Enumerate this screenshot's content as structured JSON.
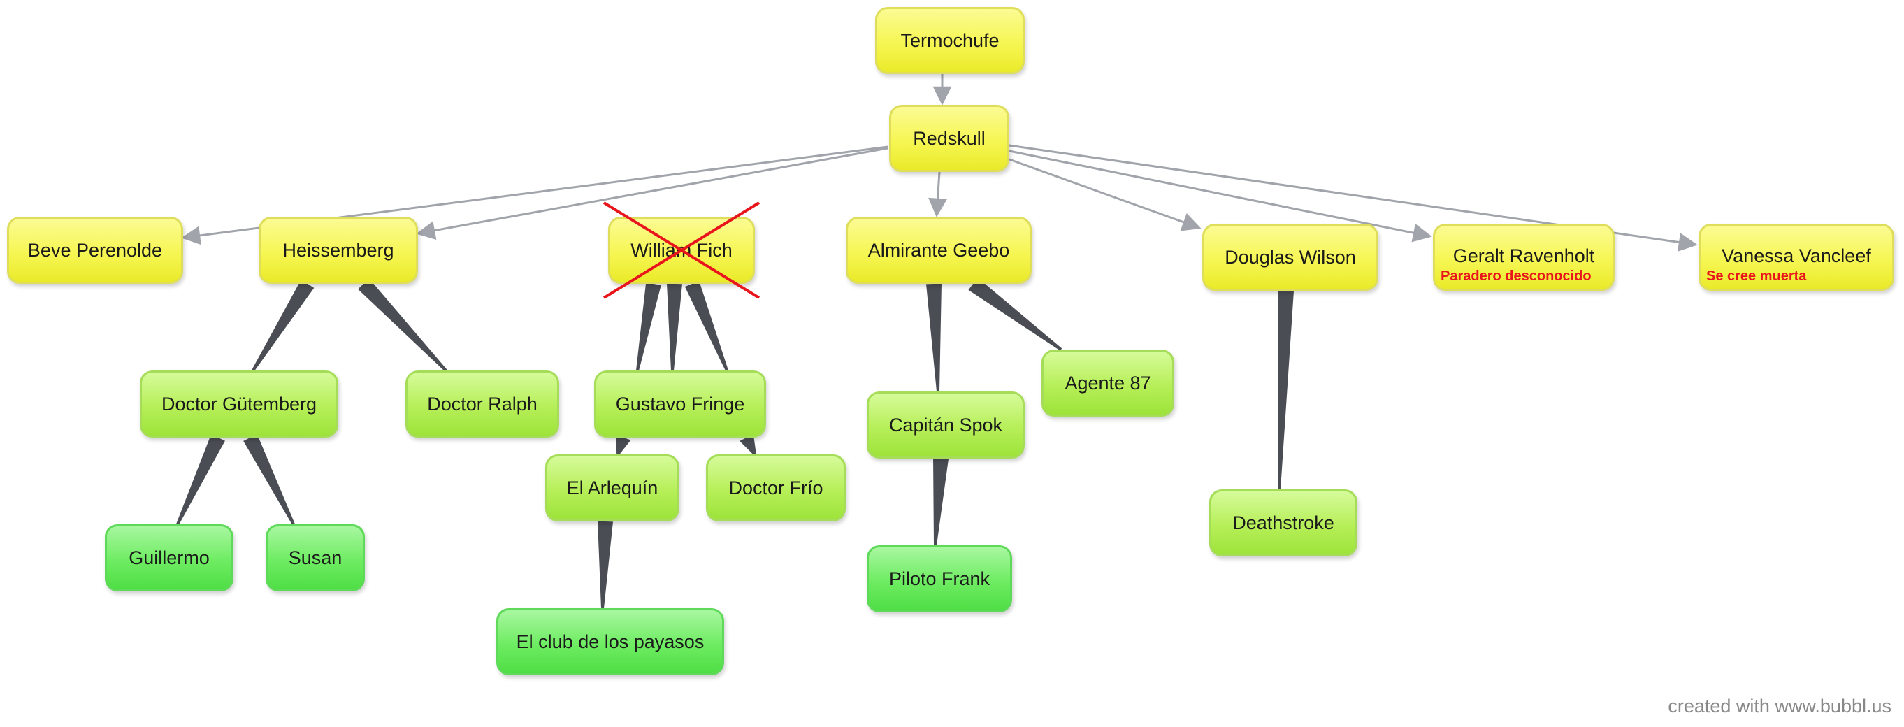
{
  "colors": {
    "arrow": "#a2a4ac",
    "branch": "#4b4d55",
    "cross": "#e8161c"
  },
  "nodes": [
    {
      "id": "termochufe",
      "label": "Termochufe",
      "style": "yellow"
    },
    {
      "id": "redskull",
      "label": "Redskull",
      "style": "yellow"
    },
    {
      "id": "beve",
      "label": "Beve Perenolde",
      "style": "yellow"
    },
    {
      "id": "heissemberg",
      "label": "Heissemberg",
      "style": "yellow"
    },
    {
      "id": "william",
      "label": "William Fich",
      "style": "yellow",
      "crossed": true
    },
    {
      "id": "almirante",
      "label": "Almirante Geebo",
      "style": "yellow"
    },
    {
      "id": "douglas",
      "label": "Douglas Wilson",
      "style": "yellow"
    },
    {
      "id": "geralt",
      "label": "Geralt Ravenholt",
      "style": "yellow",
      "note": "Paradero desconocido"
    },
    {
      "id": "vanessa",
      "label": "Vanessa Vancleef",
      "style": "yellow",
      "note": "Se cree muerta"
    },
    {
      "id": "gutemberg",
      "label": "Doctor Gütemberg",
      "style": "lgreen"
    },
    {
      "id": "ralph",
      "label": "Doctor Ralph",
      "style": "lgreen"
    },
    {
      "id": "gustavo",
      "label": "Gustavo Fringe",
      "style": "lgreen"
    },
    {
      "id": "arlequin",
      "label": "El Arlequín",
      "style": "lgreen"
    },
    {
      "id": "frio",
      "label": "Doctor Frío",
      "style": "lgreen"
    },
    {
      "id": "spok",
      "label": "Capitán Spok",
      "style": "lgreen"
    },
    {
      "id": "agente",
      "label": "Agente 87",
      "style": "lgreen"
    },
    {
      "id": "deathstroke",
      "label": "Deathstroke",
      "style": "lgreen"
    },
    {
      "id": "guillermo",
      "label": "Guillermo",
      "style": "green"
    },
    {
      "id": "susan",
      "label": "Susan",
      "style": "green"
    },
    {
      "id": "payasos",
      "label": "El club de los payasos",
      "style": "green"
    },
    {
      "id": "frank",
      "label": "Piloto Frank",
      "style": "green"
    }
  ],
  "arrows": [
    {
      "from": "termochufe",
      "to": "redskull"
    },
    {
      "from": "redskull",
      "to": "beve"
    },
    {
      "from": "redskull",
      "to": "heissemberg"
    },
    {
      "from": "redskull",
      "to": "almirante"
    },
    {
      "from": "redskull",
      "to": "douglas"
    },
    {
      "from": "redskull",
      "to": "geralt"
    },
    {
      "from": "redskull",
      "to": "vanessa"
    }
  ],
  "branches": [
    {
      "from": "heissemberg",
      "to": "gutemberg"
    },
    {
      "from": "heissemberg",
      "to": "ralph"
    },
    {
      "from": "william",
      "to": "gustavo"
    },
    {
      "from": "william",
      "to": "gustavo"
    },
    {
      "from": "william",
      "to": "gustavo"
    },
    {
      "from": "gustavo",
      "to": "arlequin"
    },
    {
      "from": "gustavo",
      "to": "frio"
    },
    {
      "from": "arlequin",
      "to": "payasos"
    },
    {
      "from": "gutemberg",
      "to": "guillermo"
    },
    {
      "from": "gutemberg",
      "to": "susan"
    },
    {
      "from": "almirante",
      "to": "spok"
    },
    {
      "from": "almirante",
      "to": "agente"
    },
    {
      "from": "spok",
      "to": "frank"
    },
    {
      "from": "douglas",
      "to": "deathstroke"
    }
  ],
  "credit": "created with www.bubbl.us"
}
